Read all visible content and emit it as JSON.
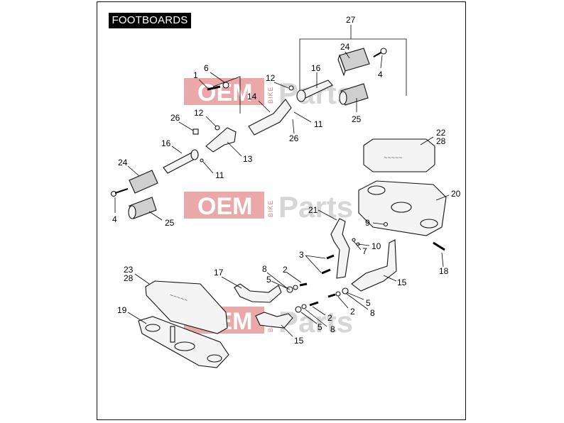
{
  "title": "FOOTBOARDS",
  "watermark": {
    "oem": "OEM",
    "bike": "BIKE",
    "parts": "Parts"
  },
  "callouts": [
    {
      "id": "c27",
      "text": "27"
    },
    {
      "id": "c24a",
      "text": "24"
    },
    {
      "id": "c4a",
      "text": "4"
    },
    {
      "id": "c16a",
      "text": "16"
    },
    {
      "id": "c25a",
      "text": "25"
    },
    {
      "id": "c1",
      "text": "1"
    },
    {
      "id": "c6",
      "text": "6"
    },
    {
      "id": "c12a",
      "text": "12"
    },
    {
      "id": "c14",
      "text": "14"
    },
    {
      "id": "c11a",
      "text": "11"
    },
    {
      "id": "c26a",
      "text": "26"
    },
    {
      "id": "c26b",
      "text": "26"
    },
    {
      "id": "c12b",
      "text": "12"
    },
    {
      "id": "c13",
      "text": "13"
    },
    {
      "id": "c16b",
      "text": "16"
    },
    {
      "id": "c11b",
      "text": "11"
    },
    {
      "id": "c24b",
      "text": "24"
    },
    {
      "id": "c4b",
      "text": "4"
    },
    {
      "id": "c25b",
      "text": "25"
    },
    {
      "id": "c22",
      "text": "22"
    },
    {
      "id": "c28a",
      "text": "28"
    },
    {
      "id": "c20",
      "text": "20"
    },
    {
      "id": "c21",
      "text": "21"
    },
    {
      "id": "c9",
      "text": "9"
    },
    {
      "id": "c10",
      "text": "10"
    },
    {
      "id": "c7",
      "text": "7"
    },
    {
      "id": "c3",
      "text": "3"
    },
    {
      "id": "c18",
      "text": "18"
    },
    {
      "id": "c15a",
      "text": "15"
    },
    {
      "id": "c23",
      "text": "23"
    },
    {
      "id": "c28b",
      "text": "28"
    },
    {
      "id": "c17",
      "text": "17"
    },
    {
      "id": "c8a",
      "text": "8"
    },
    {
      "id": "c2a",
      "text": "2"
    },
    {
      "id": "c5a",
      "text": "5"
    },
    {
      "id": "c2b",
      "text": "2"
    },
    {
      "id": "c5b",
      "text": "5"
    },
    {
      "id": "c8b",
      "text": "8"
    },
    {
      "id": "c2c",
      "text": "2"
    },
    {
      "id": "c5c",
      "text": "5"
    },
    {
      "id": "c8c",
      "text": "8"
    },
    {
      "id": "c19",
      "text": "19"
    },
    {
      "id": "c15b",
      "text": "15"
    }
  ]
}
